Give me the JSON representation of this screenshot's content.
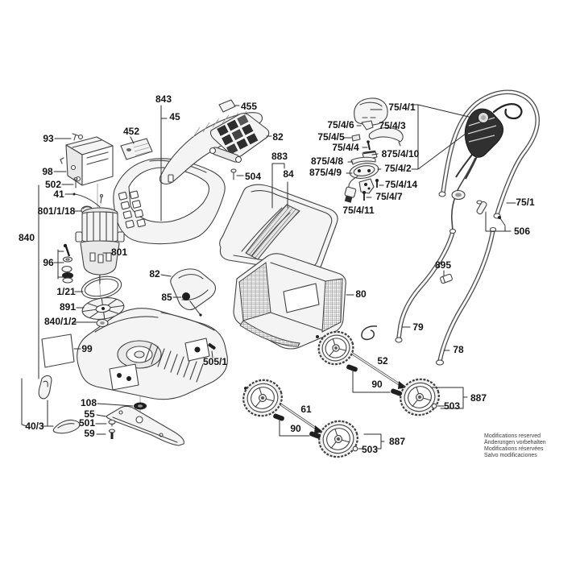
{
  "colors": {
    "background": "#ffffff",
    "line": "#424242",
    "label": "#141414"
  },
  "callouts": {
    "c843": "843",
    "c45": "45",
    "c452": "452",
    "c455": "455",
    "c82_switch_cover": "82",
    "c93": "93",
    "c98": "98",
    "c502": "502",
    "c41": "41",
    "c801_1_18": "801/1/18",
    "c840": "840",
    "c96": "96",
    "c801": "801",
    "c1_21": "1/21",
    "c891": "891",
    "c840_1_2": "840/1/2",
    "c99": "99",
    "c82_flap": "82",
    "c85": "85",
    "c883": "883",
    "c84": "84",
    "c504": "504",
    "c80": "80",
    "c505_1": "505/1",
    "c40_3": "40/3",
    "c108": "108",
    "c55": "55",
    "c501": "501",
    "c59": "59",
    "c75_4_1": "75/4/1",
    "c75_4_6": "75/4/6",
    "c75_4_3": "75/4/3",
    "c75_4_5": "75/4/5",
    "c75_4_4": "75/4/4",
    "c875_4_10": "875/4/10",
    "c875_4_8": "875/4/8",
    "c75_4_2": "75/4/2",
    "c875_4_9": "875/4/9",
    "c75_4_14": "75/4/14",
    "c75_4_7": "75/4/7",
    "c75_4_11": "75/4/11",
    "c75_1": "75/1",
    "c506": "506",
    "c895": "895",
    "c79": "79",
    "c78": "78",
    "c52": "52",
    "c90_rear": "90",
    "c887_rear": "887",
    "c503_rear": "503",
    "c61": "61",
    "c90_front": "90",
    "c887_front": "887",
    "c503_front": "503"
  },
  "footer": {
    "line1": "Modifications reserved",
    "line2": "Änderungen vorbehalten",
    "line3": "Modifications réservées",
    "line4": "Salvo modificaciones"
  }
}
